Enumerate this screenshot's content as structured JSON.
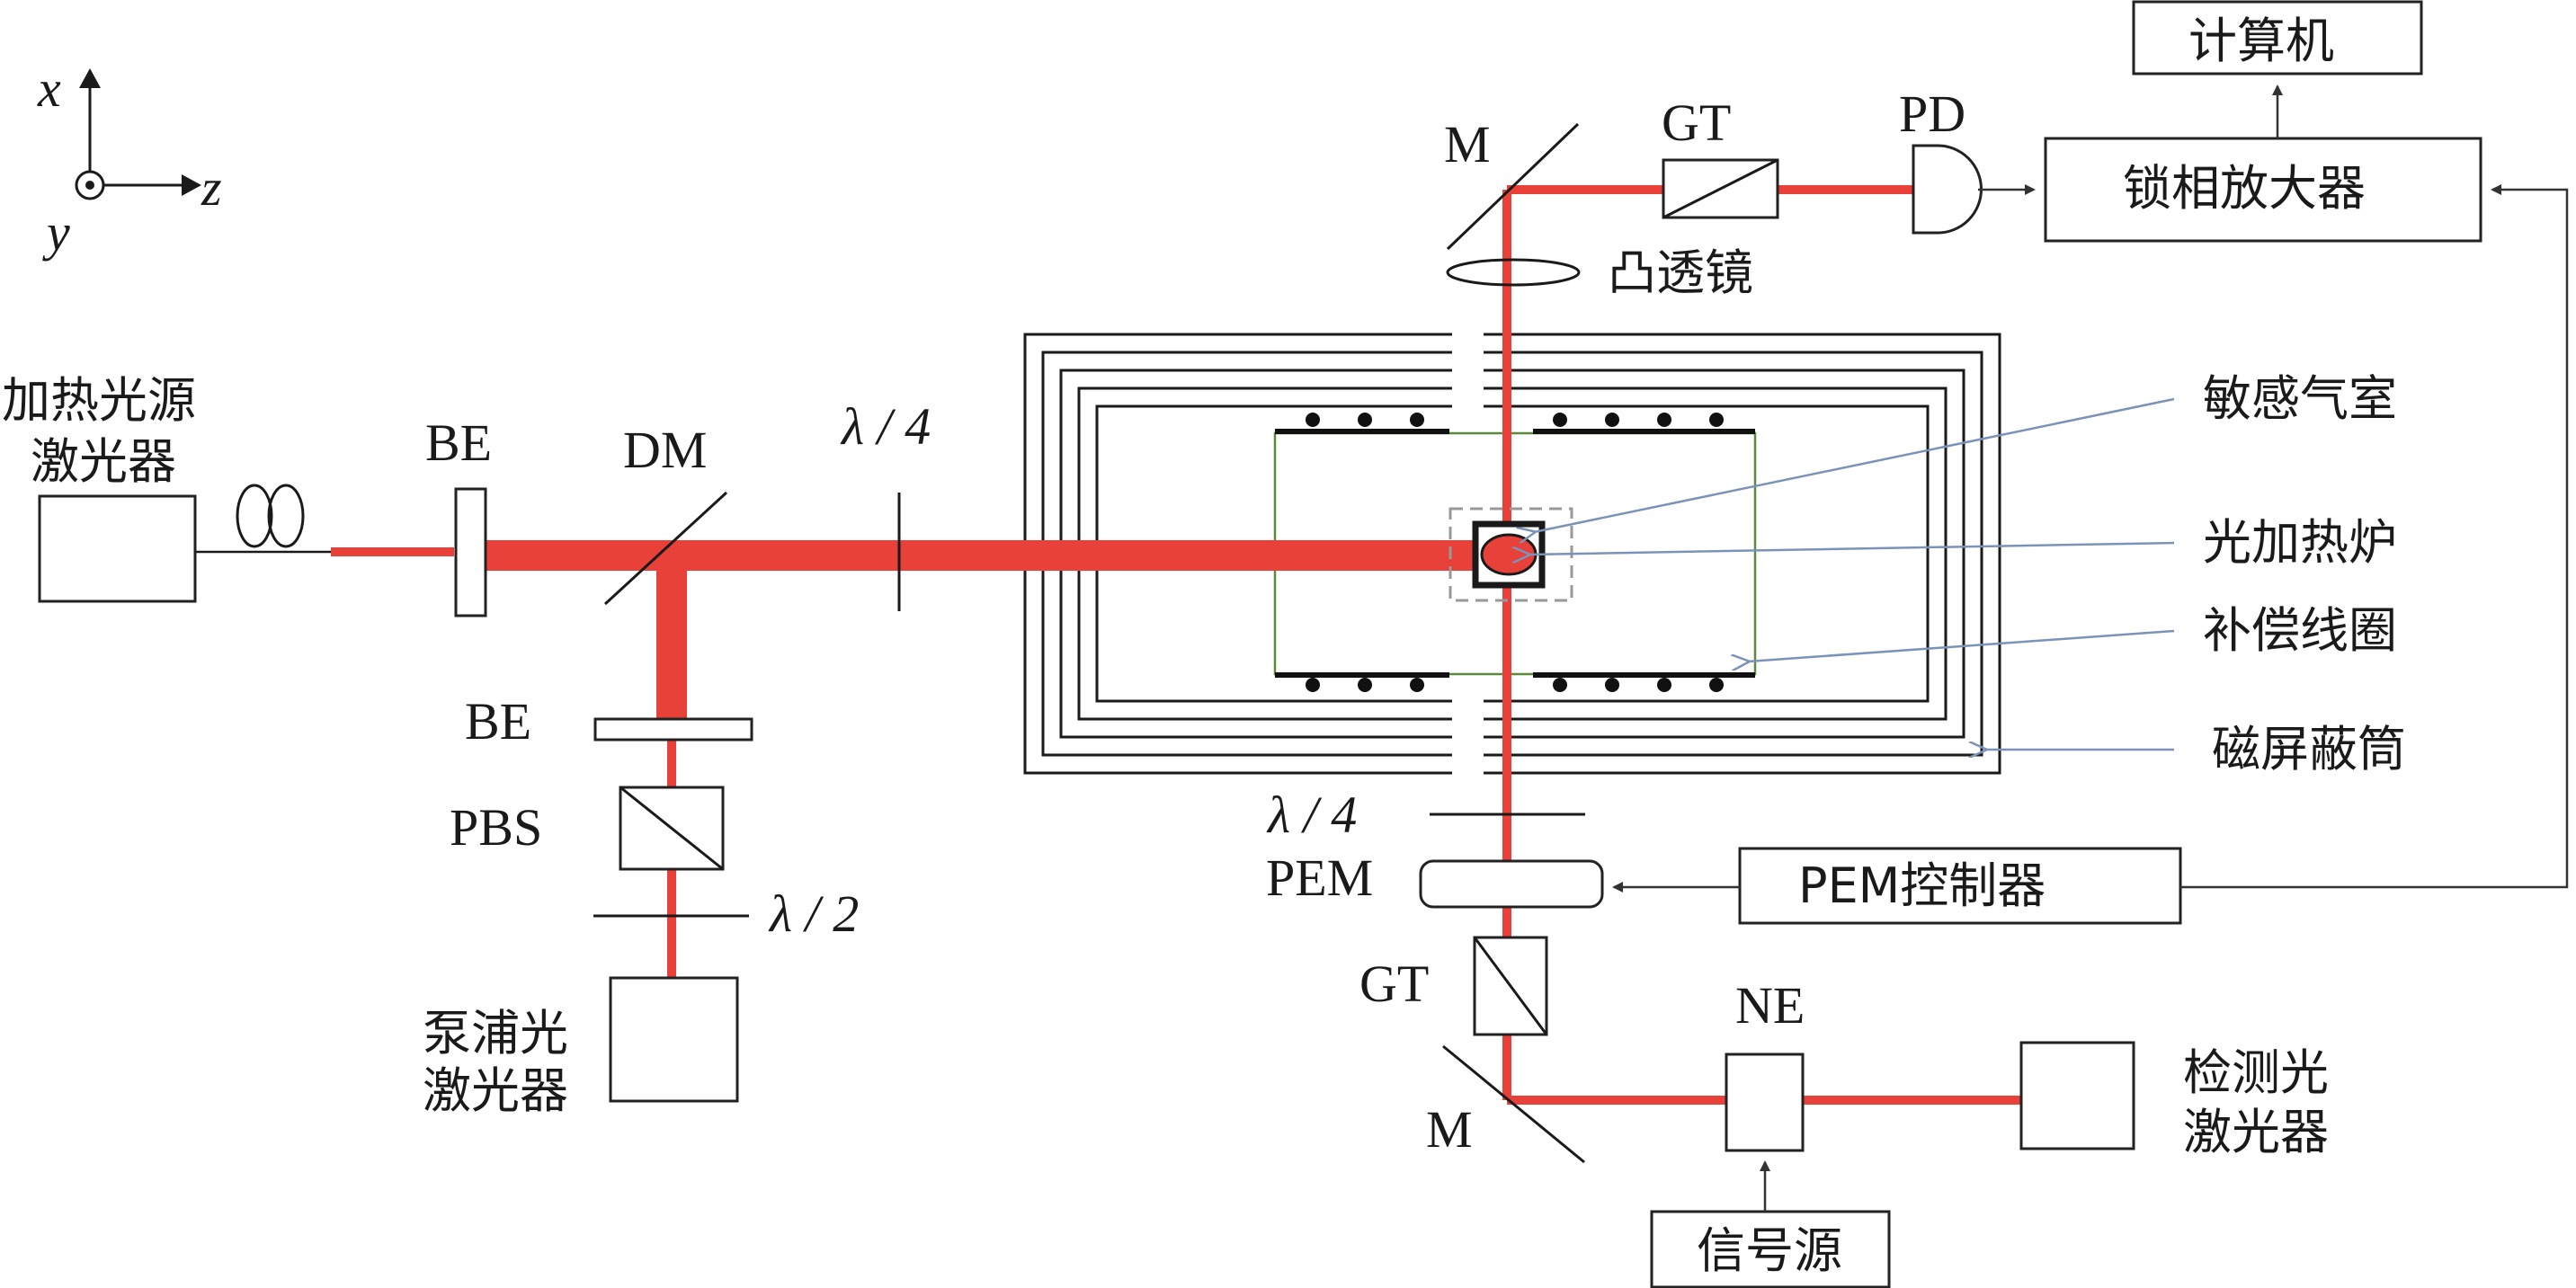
{
  "axes": {
    "x": "x",
    "y": "y",
    "z": "z"
  },
  "components": {
    "heating_laser": [
      "加热光源",
      "激光器"
    ],
    "pump_laser": [
      "泵浦光",
      "激光器"
    ],
    "probe_laser": [
      "检测光",
      "激光器"
    ],
    "computer": "计算机",
    "lockin": "锁相放大器",
    "pem_controller": "PEM控制器",
    "signal_source": "信号源",
    "convex_lens": "凸透镜",
    "be_top": "BE",
    "be_lower": "BE",
    "dm": "DM",
    "pbs": "PBS",
    "lambda4_pump": "λ / 4",
    "lambda2": "λ / 2",
    "lambda4_probe": "λ / 4",
    "pem": "PEM",
    "gt_top": "GT",
    "gt_bottom": "GT",
    "pd": "PD",
    "m_top": "M",
    "m_bottom": "M",
    "ne": "NE"
  },
  "annotations": {
    "cell": "敏感气室",
    "oven": "光加热炉",
    "coil": "补偿线圈",
    "shield": "磁屏蔽筒"
  },
  "colors": {
    "beam": "#e8413a",
    "pointer": "#7b93b8",
    "coil": "#5a8a3a",
    "cell_box": "#999999"
  }
}
